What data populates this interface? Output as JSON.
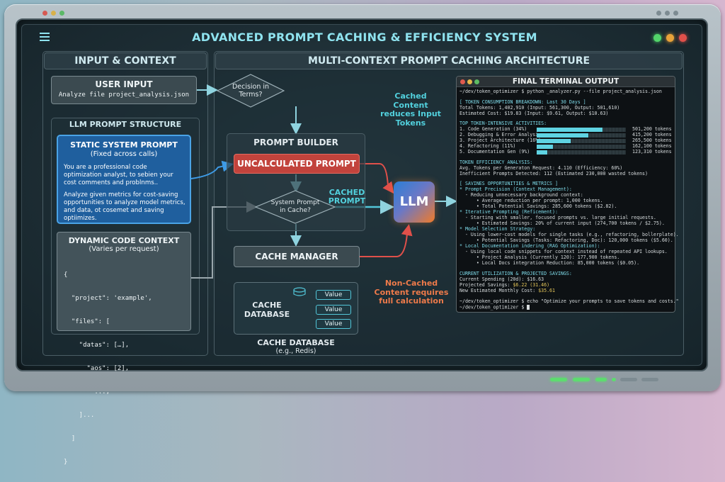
{
  "main_title": "ADVANCED PROMPT CACHING & EFFICIENCY SYSTEM",
  "left_header": "INPUT & CONTEXT",
  "right_header": "MULTI-CONTEXT PROMPT CACHING ARCHITECTURE",
  "user_input": {
    "title": "USER INPUT",
    "value": "Analyze file project_analysis.json"
  },
  "llm_prompt_structure": "LLM PROMPT STRUCTURE",
  "static_prompt": {
    "title": "STATIC SYSTEM PROMPT",
    "subtitle": "(Fixed across calls)",
    "para1": "You are a professional code optimization analyst, to sebien your cost comments and problnms..",
    "para2": "Analyze given metrics for cost-saving opportunities to analyze model metrics, and data, ot cosemet and saving optiimizes."
  },
  "dynamic_context": {
    "title": "DYNAMIC CODE CONTEXT",
    "subtitle": "(Varies per request)",
    "code": [
      "{",
      "  \"project\": 'example',",
      "  \"files\": [",
      "    \"datas\": […],",
      "      \"aos\": [2],",
      "        ...,",
      "    ]...",
      "  ]",
      "}"
    ]
  },
  "decision": "Decision in Terms?",
  "prompt_builder": "PROMPT BUILDER",
  "uncalculated_prompt": "UNCALCULATED PROMPT",
  "system_prompt_cache": "System Prompt in Cache?",
  "cached_prompt": "CACHED PROMPT",
  "llm": "LLM",
  "cache_manager": "CACHE MANAGER",
  "cache_database_box": "CACHE DATABASE",
  "values": [
    "Value",
    "Value",
    "Value"
  ],
  "cache_database_caption": "CACHE DATABASE",
  "cache_database_sub": "(e.g., Redis)",
  "cached_note": "Cached Content reduces Input Tokens",
  "noncached_note": "Non-Cached Content requires full calculation",
  "terminal": {
    "title": "FINAL TERMINAL OUTPUT",
    "dot_colors": [
      "#e05a4e",
      "#e6b84a",
      "#5dbb63"
    ],
    "cmd": "~/dev/token_optimizer $ python _analyzer.py --file project_analysis.json",
    "breakdown_header": "[ TOKEN CONSUMPTION BREAKDOWN: Last 30 Days ]",
    "total_tokens": "Total Tokens: 1,402,910 (Input: 561,300, Output: 501,610)",
    "est_cost": "Estimated Cost: $19.83 (Input: $9.61, Output: $10.63)",
    "top_header": "TOP TOKEN-INTENSIVE ACTIVITIES:",
    "activities": [
      {
        "label": "1. Code Generation (34%)",
        "tokens": "501,200 tokens",
        "fill": 0.74
      },
      {
        "label": "2. Debugging & Error Analysis",
        "tokens": "415,200 tokens",
        "fill": 0.58
      },
      {
        "label": "3. Project Architecture (16%)",
        "tokens": "265,500 tokens",
        "fill": 0.38
      },
      {
        "label": "4. Refactoring (11%)",
        "tokens": "162,100 tokens",
        "fill": 0.18
      },
      {
        "label": "5. Documentation Gen (9%)",
        "tokens": "123,310 tokens",
        "fill": 0.12
      }
    ],
    "eff_header": "TOKEN EFFICIENCY ANALYSIS:",
    "eff1": "Avg. Tokens per Generaton Request: 4.110 (Efficiency: 60%)",
    "eff2": "Inefficient Prompts Detected: 112 (Estimated 230,000 wasted tokens)",
    "savings_header": "[ SAVINES OPPORTUNITIES & METRICS ]",
    "savings": [
      "* Prompt Precision (Context Management):",
      "  - Reducing unnecessary background context:",
      "      • Average reduction per prompt: 1,000 tokens.",
      "      • Total Potential Savings: 285,600 tokens ($2.82).",
      "* Iterative Prompting (Reficement):",
      "  - Starting with smaller, focused prompts vs. large initial requests.",
      "      • Estimated Savings: 20% of current input (274,700 tokens / $2.75).",
      "* Model Selection Strategy:",
      "  - Using lower-cost models for single tasks (e.g., refactoring, bollerplate).",
      "      • Potential Savings (Tasks: Refactoring, Doc): 120,000 tokens ($5.60).",
      "* Local Documentation indering (RAG Optimization):",
      "  - Using local code snippets for context instead of repeated API lookups.",
      "      • Project Analysis (Currently 120): 177,900 tokens.",
      "      • Local Docs integration Reduction: 85,000 tokens ($0.05)."
    ],
    "util_header": "CURRENT UTILIZATION & PROJECTED SAVINGS:",
    "spend": "Current Spending (20d): $16.63",
    "proj_label": "Projected Savings: ",
    "proj_value": "$6.22 (31.46)",
    "new_label": "New Estimated Monthly Cost: ",
    "new_value": "$35.61",
    "cmd2": "~/dev/token_optimizer $ echo \"Optimize your prompts to save tokens and costs.\"",
    "cmd3": "~/dev/token_optimizer $ "
  },
  "colors": {
    "accent": "#8fe3ef",
    "red": "#c2433c",
    "blue": "#1f5f9e",
    "orange": "#ee8a3c"
  }
}
